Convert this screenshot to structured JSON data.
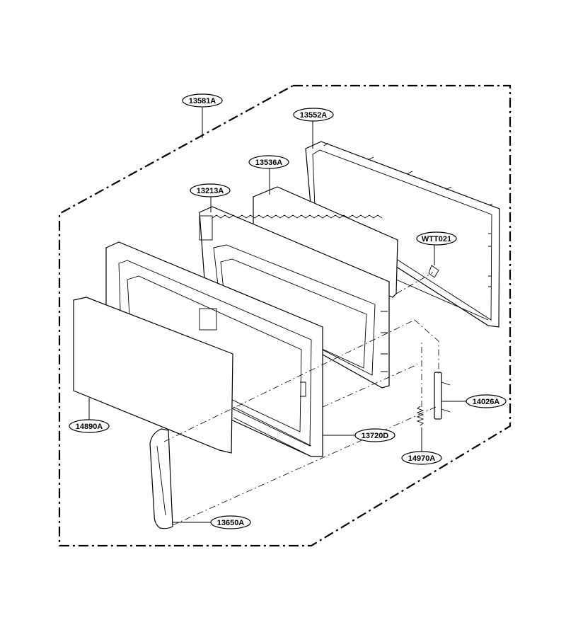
{
  "labels": {
    "l13581A": "13581A",
    "l13552A": "13552A",
    "l13536A": "13536A",
    "l13213A": "13213A",
    "lWTT021": "WTT021",
    "l14026A": "14026A",
    "l14890A": "14890A",
    "l13720D": "13720D",
    "l14970A": "14970A",
    "l13650A": "13650A"
  }
}
